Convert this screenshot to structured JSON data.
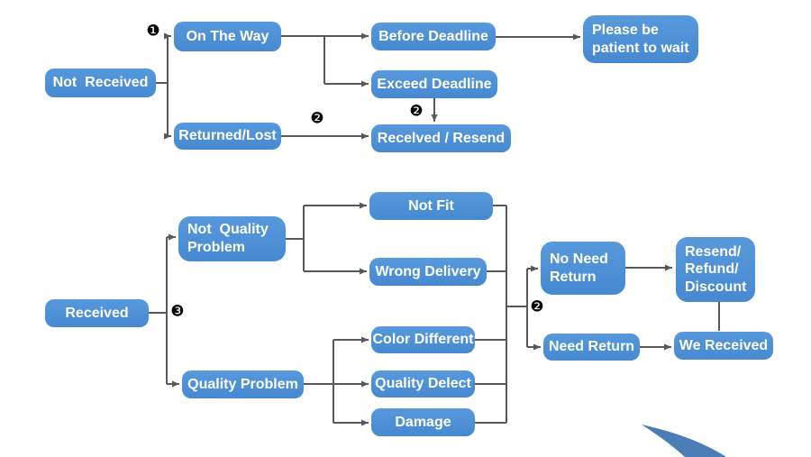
{
  "diagram": {
    "nodes": {
      "not_received": "Not  Received",
      "on_the_way": "On The Way",
      "before_deadline": "Before Deadline",
      "please_wait": "Please be\npatient to wait",
      "exceed_deadline": "Exceed Deadline",
      "received_resend": "Recelved / Resend",
      "returned_lost": "Returned/Lost",
      "received": "Received",
      "not_quality_problem": "Not  Quality\nProblem",
      "not_fit": "Not Fit",
      "wrong_delivery": "Wrong Delivery",
      "quality_problem": "Quality Problem",
      "color_different": "Color Different",
      "quality_delect": "Quality Delect",
      "damage": "Damage",
      "no_need_return": "No Need\nReturn",
      "resend_refund_discount": "Resend/\nRefund/\nDiscount",
      "need_return": "Need Return",
      "we_received": "We Received"
    },
    "markers": {
      "step1": "❶",
      "step2_returned": "❷",
      "step2_deadline": "❷",
      "step3": "❸",
      "step2_return": "❷"
    },
    "colors": {
      "node_fill": "#4E91D7",
      "node_text": "#FFFFFF",
      "line": "#58585A",
      "marker": "#000000",
      "swoosh": "#4A7DB6"
    }
  }
}
